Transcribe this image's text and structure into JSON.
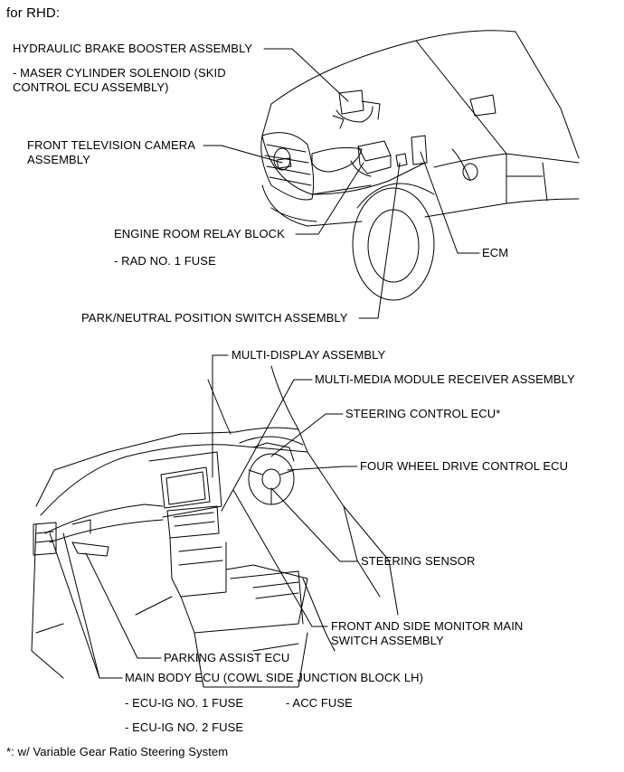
{
  "heading": "for RHD:",
  "footnote": "*: w/ Variable Gear Ratio Steering System",
  "engine_room": {
    "brake_booster": "HYDRAULIC BRAKE BOOSTER ASSEMBLY",
    "brake_booster_sub_1": "- MASER CYLINDER SOLENOID (SKID",
    "brake_booster_sub_2": "CONTROL ECU ASSEMBLY)",
    "tv_camera_1": "FRONT TELEVISION CAMERA",
    "tv_camera_2": "ASSEMBLY",
    "relay_block": "ENGINE ROOM RELAY BLOCK",
    "relay_block_sub": "- RAD NO. 1 FUSE",
    "ecm": "ECM",
    "park_neutral": "PARK/NEUTRAL POSITION SWITCH ASSEMBLY"
  },
  "cabin": {
    "multi_display": "MULTI-DISPLAY ASSEMBLY",
    "multi_media": "MULTI-MEDIA MODULE RECEIVER ASSEMBLY",
    "steering_control": "STEERING CONTROL ECU*",
    "four_wheel_drive": "FOUR WHEEL DRIVE CONTROL ECU",
    "steering_sensor": "STEERING SENSOR",
    "monitor_switch_1": "FRONT AND SIDE MONITOR MAIN",
    "monitor_switch_2": "SWITCH ASSEMBLY",
    "parking_assist": "PARKING ASSIST ECU",
    "main_body": "MAIN BODY ECU (COWL SIDE JUNCTION BLOCK LH)",
    "fuse_ig1": "- ECU-IG NO. 1 FUSE",
    "fuse_acc": "- ACC FUSE",
    "fuse_ig2": "- ECU-IG NO. 2 FUSE"
  }
}
